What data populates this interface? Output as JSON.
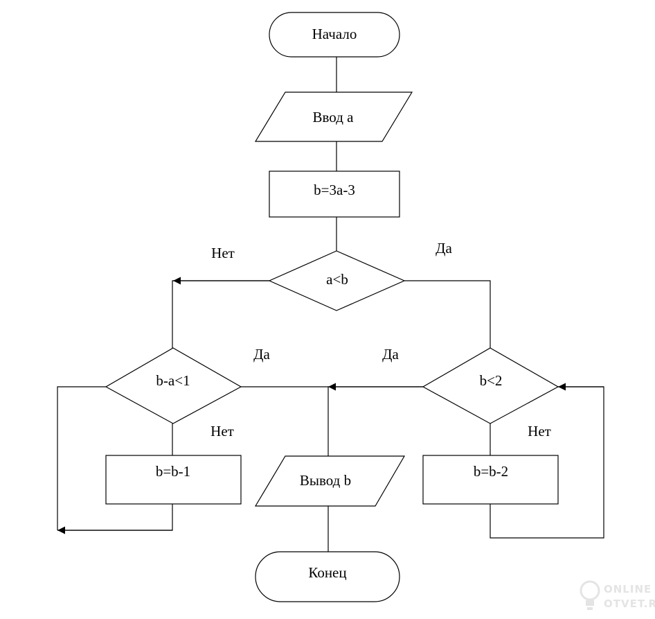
{
  "diagram": {
    "nodes": {
      "start": "Начало",
      "input_a": "Ввод a",
      "assign_b": "b=3a-3",
      "cond_a_lt_b": "a<b",
      "cond_b_minus_a": "b-a<1",
      "cond_b_lt_2": "b<2",
      "dec_b_1": "b=b-1",
      "output_b": "Вывод b",
      "dec_b_2": "b=b-2",
      "end": "Конец"
    },
    "edge_labels": {
      "no_top": "Нет",
      "yes_top": "Да",
      "yes_left": "Да",
      "yes_right": "Да",
      "no_left": "Нет",
      "no_right": "Нет"
    }
  },
  "watermark": {
    "line1": "ONLINE",
    "line2": "OTVET.RU"
  }
}
